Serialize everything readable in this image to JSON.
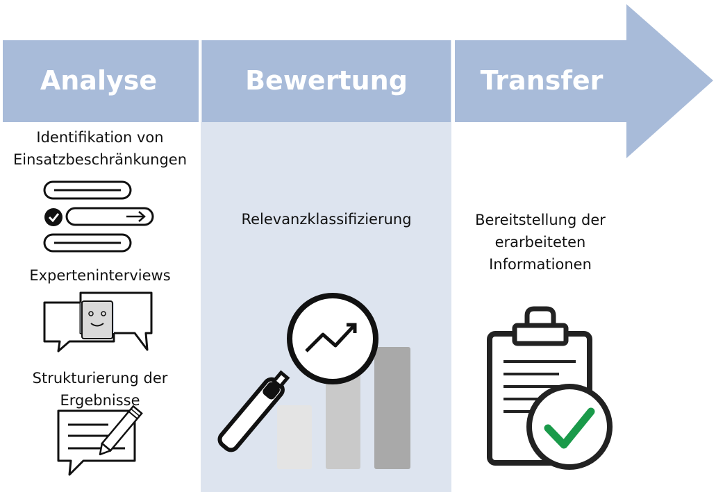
{
  "stages": [
    {
      "title": "Analyse",
      "steps": [
        "Identifikation von Einsatzbeschränkungen",
        "Experteninterviews",
        "Strukturierung der Ergebnisse"
      ]
    },
    {
      "title": "Bewertung",
      "steps": [
        "Relevanzklassifizierung"
      ]
    },
    {
      "title": "Transfer",
      "steps": [
        "Bereitstellung der erarbeiteten Informationen"
      ]
    }
  ],
  "icons": {
    "analyse_1": "checklist-icon",
    "analyse_2": "interview-chat-icon",
    "analyse_3": "document-pencil-icon",
    "bewertung": "magnifier-chart-icon",
    "transfer": "clipboard-check-icon"
  },
  "colors": {
    "band": "#a8bbd9",
    "column_highlight": "#dde4ef",
    "check_green": "#1a9a4a"
  }
}
